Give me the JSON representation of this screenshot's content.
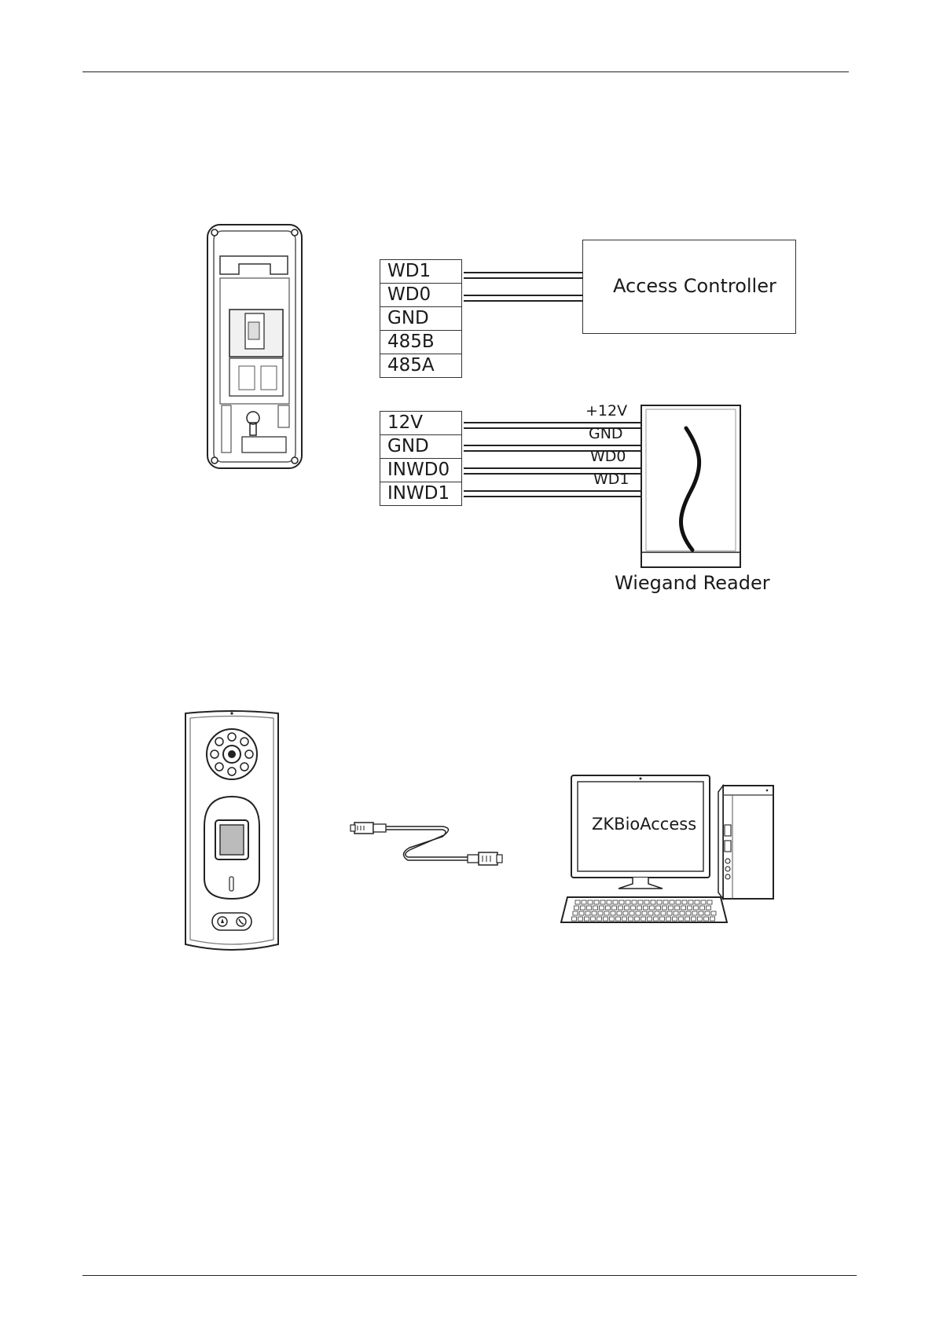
{
  "figure1": {
    "terminals_top": [
      "WD1",
      "WD0",
      "GND",
      "485B",
      "485A"
    ],
    "terminals_bottom": [
      "12V",
      "GND",
      "INWD0",
      "INWD1"
    ],
    "access_controller": "Access Controller",
    "wire_labels": [
      "+12V",
      "GND",
      "WD0",
      "WD1"
    ],
    "reader_caption": "Wiegand Reader"
  },
  "figure2": {
    "software_label": "ZKBioAccess"
  }
}
